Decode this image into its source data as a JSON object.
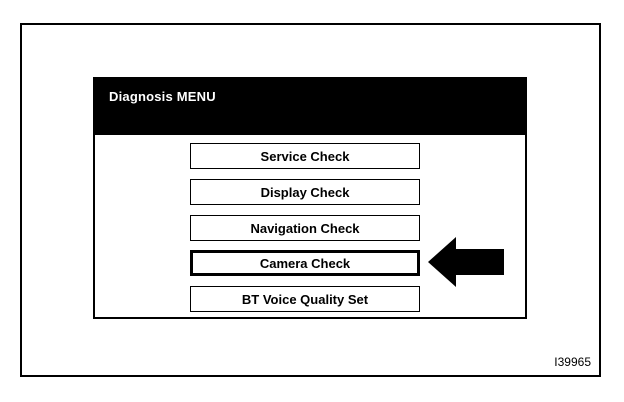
{
  "screen": {
    "title": "Diagnosis MENU"
  },
  "menu": {
    "items": [
      {
        "label": "Service Check",
        "selected": false
      },
      {
        "label": "Display Check",
        "selected": false
      },
      {
        "label": "Navigation Check",
        "selected": false
      },
      {
        "label": "Camera Check",
        "selected": true
      },
      {
        "label": "BT Voice Quality Set",
        "selected": false
      }
    ]
  },
  "indicator": {
    "icon": "left-arrow-icon",
    "points_to": "Camera Check"
  },
  "figure": {
    "id": "I39965"
  }
}
